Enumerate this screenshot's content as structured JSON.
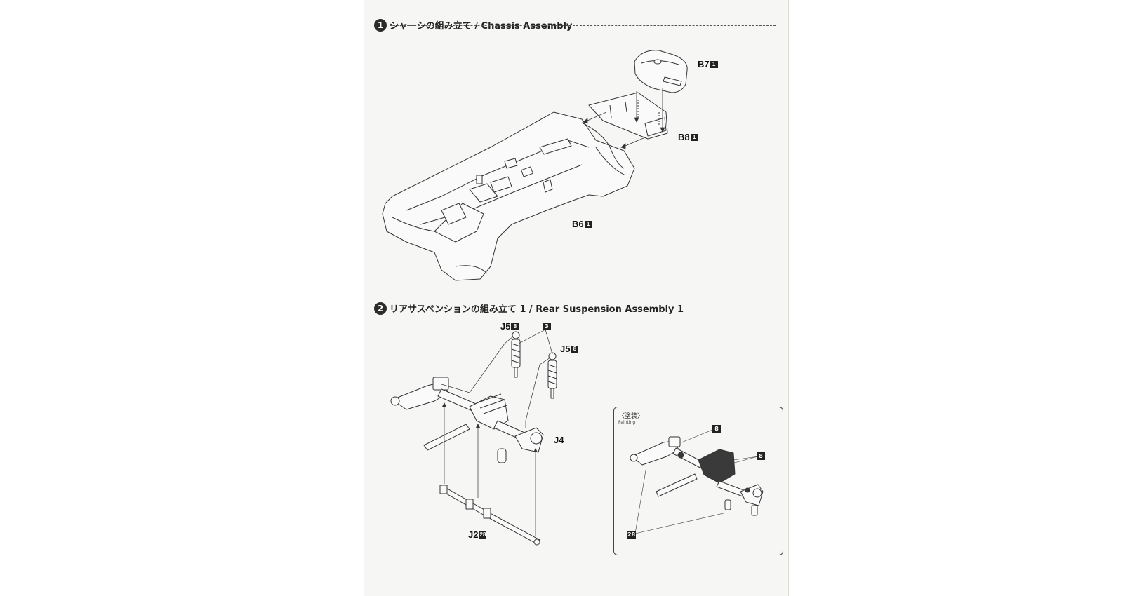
{
  "step1": {
    "number": "1",
    "title": "シャーシの組み立て / Chassis Assembly"
  },
  "step2": {
    "number": "2",
    "title": "リアサスペンションの組み立て 1 / Rear Suspension Assembly 1"
  },
  "parts": {
    "b7": {
      "code": "B7",
      "badge": "1"
    },
    "b8": {
      "code": "B8",
      "badge": "1"
    },
    "b6": {
      "code": "B6",
      "badge": "1"
    },
    "j5_left": {
      "code": "J5",
      "badge": "8"
    },
    "j5_right": {
      "code": "J5",
      "badge": "8"
    },
    "j4": {
      "code": "J4"
    },
    "j2": {
      "code": "J2",
      "badge": "28"
    },
    "spring_color": {
      "badge": "3"
    }
  },
  "painting": {
    "title": "〈塗装〉",
    "subtitle": "Painting",
    "badge_top": "8",
    "badge_right": "8",
    "badge_bottom": "28"
  }
}
